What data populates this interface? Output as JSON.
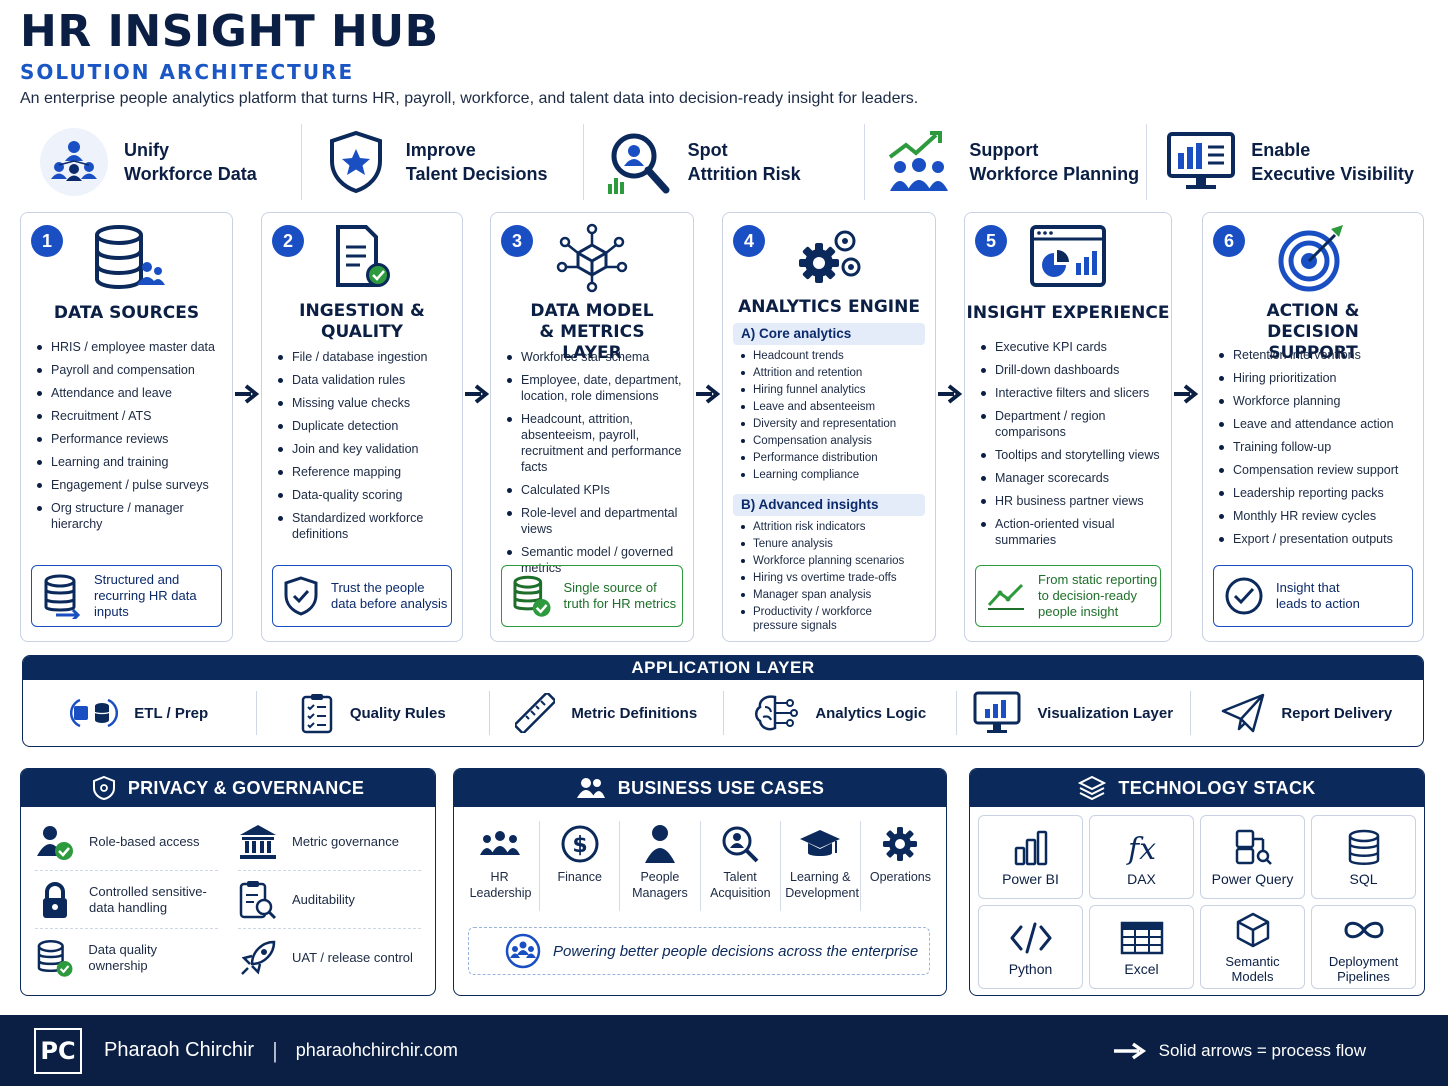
{
  "header": {
    "title": "HR INSIGHT HUB",
    "subtitle": "SOLUTION ARCHITECTURE",
    "tagline": "An enterprise people analytics platform that turns HR, payroll, workforce, and talent data into decision-ready insight for leaders."
  },
  "goals": [
    {
      "line1": "Unify",
      "line2": "Workforce Data",
      "icon": "people-network-icon"
    },
    {
      "line1": "Improve",
      "line2": "Talent Decisions",
      "icon": "shield-star-icon"
    },
    {
      "line1": "Spot",
      "line2": "Attrition Risk",
      "icon": "magnifier-person-icon"
    },
    {
      "line1": "Support",
      "line2": "Workforce Planning",
      "icon": "team-growth-icon"
    },
    {
      "line1": "Enable",
      "line2": "Executive Visibility",
      "icon": "monitor-dashboard-icon"
    }
  ],
  "stages": [
    {
      "num": "1",
      "title": "DATA SOURCES",
      "items": [
        "HRIS / employee master data",
        "Payroll and compensation",
        "Attendance and leave",
        "Recruitment / ATS",
        "Performance reviews",
        "Learning and training",
        "Engagement / pulse surveys",
        "Org structure / manager hierarchy"
      ],
      "callout": "Structured and recurring HR data inputs"
    },
    {
      "num": "2",
      "title": "INGESTION & QUALITY",
      "items": [
        "File / database ingestion",
        "Data validation rules",
        "Missing value checks",
        "Duplicate detection",
        "Join and key validation",
        "Reference mapping",
        "Data-quality scoring",
        "Standardized workforce definitions"
      ],
      "callout": "Trust the people data before analysis"
    },
    {
      "num": "3",
      "title": "DATA MODEL & METRICS LAYER",
      "items": [
        "Workforce star schema",
        "Employee, date, department, location, role dimensions",
        "Headcount, attrition, absenteeism, payroll, recruitment and performance facts",
        "Calculated KPIs",
        "Role-level and departmental views",
        "Semantic model / governed metrics"
      ],
      "callout": "Single source of truth for HR metrics"
    },
    {
      "num": "4",
      "title": "ANALYTICS ENGINE",
      "core_title": "A) Core analytics",
      "core": [
        "Headcount trends",
        "Attrition and retention",
        "Hiring funnel analytics",
        "Leave and absenteeism",
        "Diversity and representation",
        "Compensation analysis",
        "Performance distribution",
        "Learning compliance"
      ],
      "adv_title": "B) Advanced insights",
      "adv": [
        "Attrition risk indicators",
        "Tenure analysis",
        "Workforce planning scenarios",
        "Hiring vs overtime trade-offs",
        "Manager span analysis",
        "Productivity / workforce pressure signals"
      ]
    },
    {
      "num": "5",
      "title": "INSIGHT EXPERIENCE",
      "items": [
        "Executive KPI cards",
        "Drill-down dashboards",
        "Interactive filters and slicers",
        "Department / region comparisons",
        "Tooltips and storytelling views",
        "Manager scorecards",
        "HR business partner views",
        "Action-oriented visual summaries"
      ],
      "callout": "From static reporting to decision-ready people insight"
    },
    {
      "num": "6",
      "title": "ACTION & DECISION SUPPORT",
      "items": [
        "Retention interventions",
        "Hiring prioritization",
        "Workforce planning",
        "Leave and attendance action",
        "Training follow-up",
        "Compensation review support",
        "Leadership reporting packs",
        "Monthly HR review cycles",
        "Export / presentation outputs"
      ],
      "callout": "Insight that leads to action"
    }
  ],
  "app_layer": {
    "title": "APPLICATION LAYER",
    "items": [
      "ETL / Prep",
      "Quality Rules",
      "Metric Definitions",
      "Analytics Logic",
      "Visualization Layer",
      "Report Delivery"
    ]
  },
  "privacy": {
    "title": "PRIVACY & GOVERNANCE",
    "items": [
      "Role-based access",
      "Metric governance",
      "Controlled sensitive-data handling",
      "Auditability",
      "Data quality ownership",
      "UAT / release control"
    ]
  },
  "use_cases": {
    "title": "BUSINESS USE CASES",
    "items": [
      "HR Leadership",
      "Finance",
      "People Managers",
      "Talent Acquisition",
      "Learning & Development",
      "Operations"
    ],
    "banner": "Powering better people decisions across the enterprise"
  },
  "tech": {
    "title": "TECHNOLOGY STACK",
    "items": [
      "Power BI",
      "DAX",
      "Power Query",
      "SQL",
      "Python",
      "Excel",
      "Semantic Models",
      "Deployment Pipelines"
    ]
  },
  "footer": {
    "logo": "PC",
    "name": "Pharaoh Chirchir",
    "url": "pharaohchirchir.com",
    "legend": "Solid arrows = process flow"
  },
  "colors": {
    "navy": "#0b1f44",
    "blue": "#1a4fc4",
    "green": "#2e9a3e"
  }
}
